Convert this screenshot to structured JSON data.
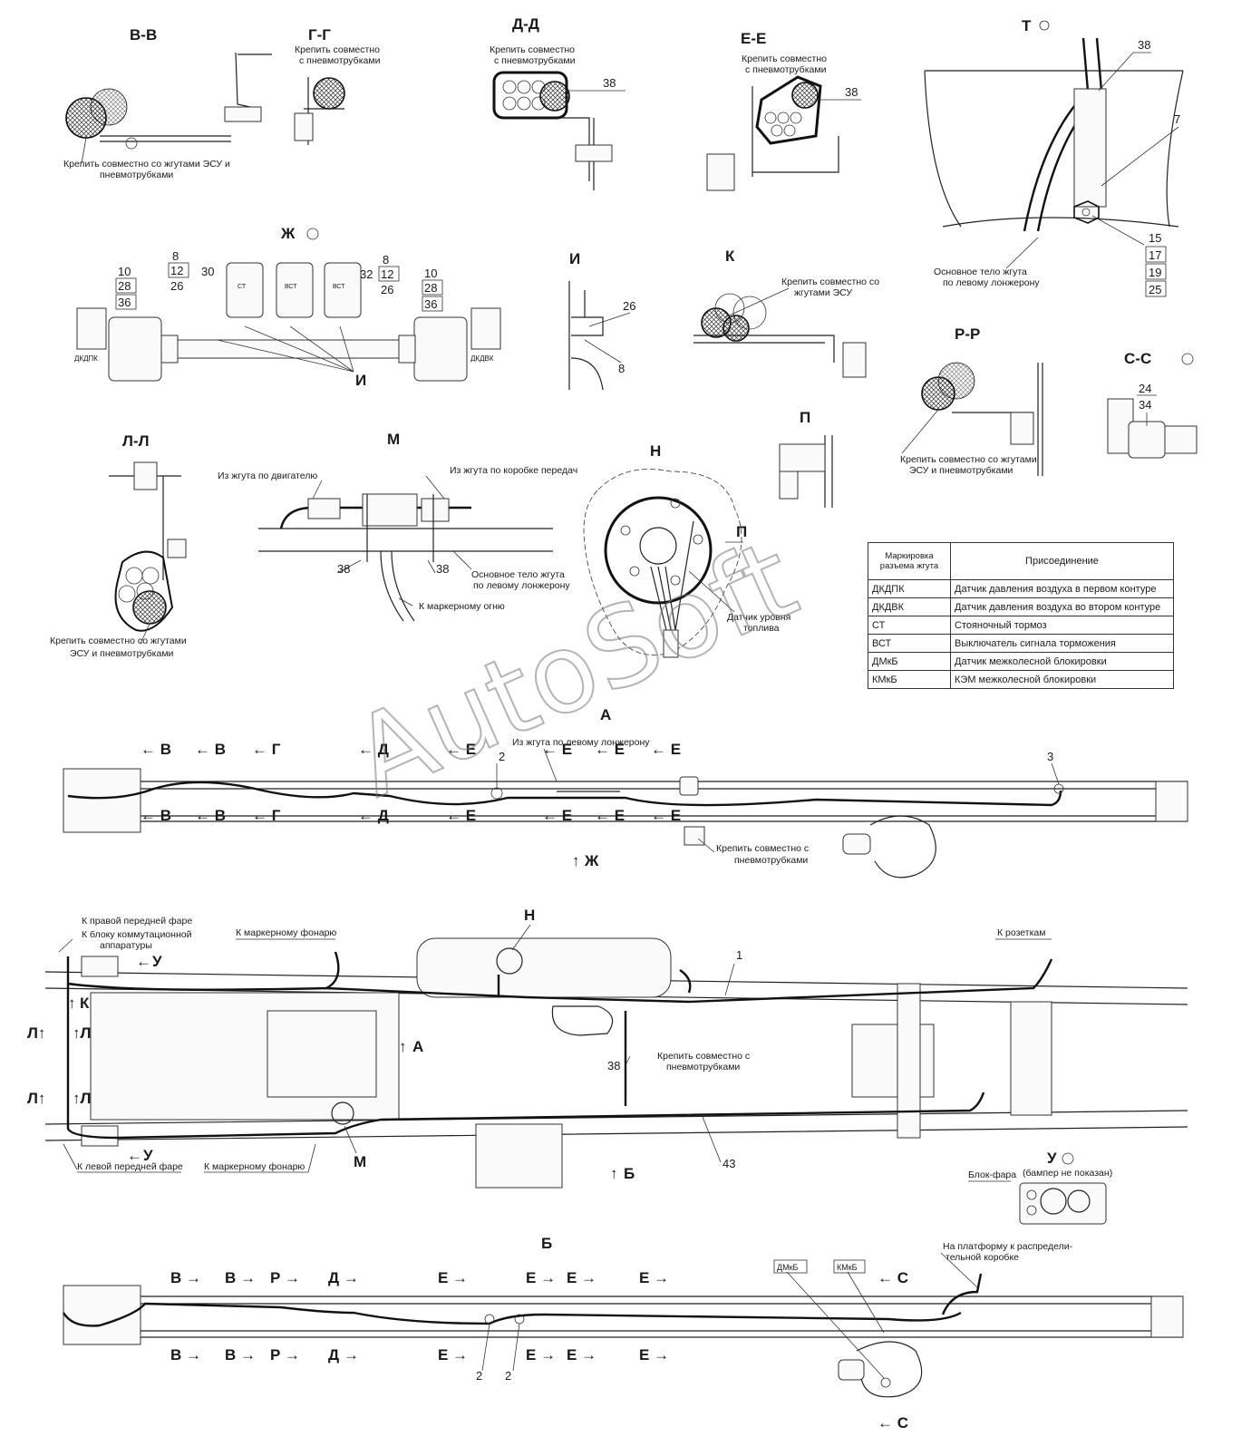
{
  "watermark": "AutoSoft",
  "sections": {
    "vv": "В-В",
    "gg": "Г-Г",
    "dd": "Д-Д",
    "ee": "Е-Е",
    "t": "Т",
    "zh": "Ж",
    "i": "И",
    "k": "К",
    "rr": "Р-Р",
    "cc": "С-С",
    "ll": "Л-Л",
    "m": "М",
    "n": "Н",
    "p": "П",
    "a": "А",
    "b": "Б",
    "u": "У"
  },
  "notes": {
    "vv": [
      "Крепить совместно со жгутами ЭСУ и",
      "пневмотрубками"
    ],
    "gg": [
      "Крепить совместно",
      "с пневмотрубками"
    ],
    "dd": [
      "Крепить совместно",
      "с пневмотрубками"
    ],
    "ee": [
      "Крепить совместно",
      "с пневмотрубками"
    ],
    "k": [
      "Крепить совместно со",
      "жгутами ЭСУ"
    ],
    "rr": [
      "Крепить совместно со жгутами",
      "ЭСУ и пневмотрубками"
    ],
    "ll": [
      "Крепить совместно со жгутами",
      "ЭСУ и пневмотрубками"
    ],
    "t": [
      "Основное тело жгута",
      "по левому лонжерону"
    ],
    "m_engine": "Из жгута по двигателю",
    "m_gearbox": "Из жгута по коробке передач",
    "m_body": [
      "Основное тело жгута",
      "по левому лонжерону"
    ],
    "m_marker": "К маркерному огню",
    "n_sensor": [
      "Датчик уровня",
      "топлива"
    ],
    "a_left": "Из жгута по левому лонжерону",
    "a_pneumo": [
      "Крепить совместно с",
      "пневмотрубками"
    ],
    "top_right_headlight": "К правой передней фаре",
    "top_switch_block": [
      "К блоку коммутационной",
      "аппаратуры"
    ],
    "top_marker_1": "К маркерному фонарю",
    "top_sockets": "К розеткам",
    "top_pneumo": [
      "Крепить совместно с",
      "пневмотрубками"
    ],
    "top_left_headlight": "К левой передней фаре",
    "top_marker_2": "К маркерному фонарю",
    "u_block": "Блок-фара",
    "u_bumper": "(бампер не показан)",
    "b_platform": [
      "На платформу к распредели-",
      "тельной коробке"
    ]
  },
  "callouts": {
    "n38": "38",
    "n7": "7",
    "n15": "15",
    "n17": "17",
    "n19": "19",
    "n25": "25",
    "n8": "8",
    "n10": "10",
    "n12": "12",
    "n26": "26",
    "n28": "28",
    "n36": "36",
    "n30": "30",
    "n32": "32",
    "n24": "24",
    "n34": "34",
    "n1": "1",
    "n2": "2",
    "n3": "3",
    "n43": "43"
  },
  "connector_tags": {
    "dkdpk": "ДКДПК",
    "dkdvk": "ДКДВК",
    "st": "СТ",
    "vst": "ВСТ",
    "dmkb": "ДМкБ",
    "kmkb": "КМкБ"
  },
  "legend": {
    "header_mark": "Маркировка разъема жгута",
    "header_conn": "Присоединение",
    "rows": [
      [
        "ДКДПК",
        "Датчик давления воздуха в первом контуре"
      ],
      [
        "ДКДВК",
        "Датчик давления воздуха во втором контуре"
      ],
      [
        "СТ",
        "Стояночный тормоз"
      ],
      [
        "ВСТ",
        "Выключатель сигнала торможения"
      ],
      [
        "ДМкБ",
        "Датчик межколесной блокировки"
      ],
      [
        "КМкБ",
        "КЭМ межколесной блокировки"
      ]
    ]
  }
}
